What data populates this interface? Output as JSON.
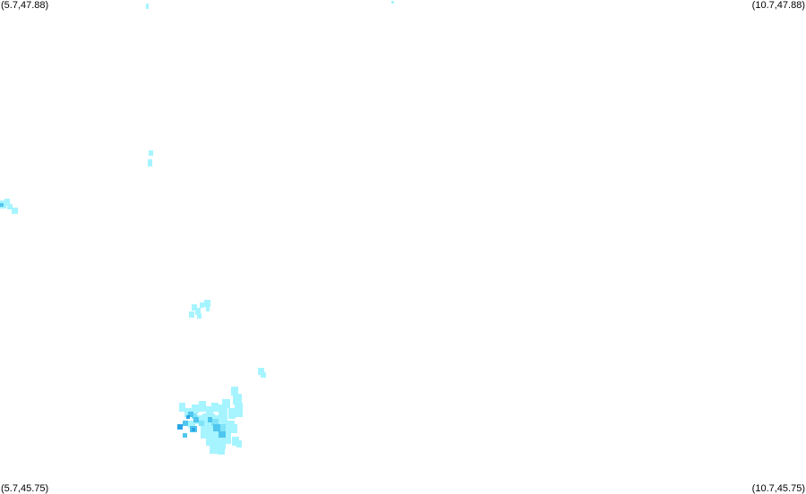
{
  "corners": {
    "top_left": "(5.7,47.88)",
    "top_right": "(10.7,47.88)",
    "bottom_left": "(5.7,45.75)",
    "bottom_right": "(10.7,45.75)"
  },
  "colors": {
    "light": "#a6f4ff",
    "mid": "#7fe3f7",
    "strong": "#4fc6ef",
    "dark": "#2aa5e6"
  }
}
